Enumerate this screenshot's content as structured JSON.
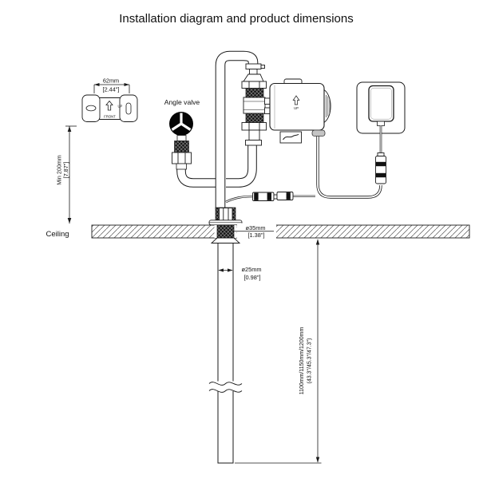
{
  "title": "Installation diagram and product dimensions",
  "ceiling": {
    "label": "Ceiling"
  },
  "angle_valve": {
    "label": "Angle valve"
  },
  "bracket": {
    "dim_mm": "62mm",
    "dim_in": "[2.44\"]",
    "up_label": "UP",
    "front_label": "FRONT"
  },
  "control_box": {
    "up_label": "UP"
  },
  "dimensions": {
    "min_height_mm": "Min 200mm",
    "min_height_in": "[7.87\"]",
    "thread_dia_mm": "ø35mm",
    "thread_dia_in": "[1.38\"]",
    "pipe_dia_mm": "ø25mm",
    "pipe_dia_in": "[0.98\"]",
    "pipe_len_mm": "1100mm/1150mm/1200mm",
    "pipe_len_in": "(43.3\"/45.3\"/47.3\")"
  },
  "icons": {
    "angle_valve_handle": "valve-handle-icon",
    "up_arrow": "up-arrow-icon",
    "logo_swoosh": "swoosh-logo-icon"
  },
  "colors": {
    "line": "#1a1a1a",
    "gland": "#c4c4c4",
    "hatch": "#555555"
  }
}
